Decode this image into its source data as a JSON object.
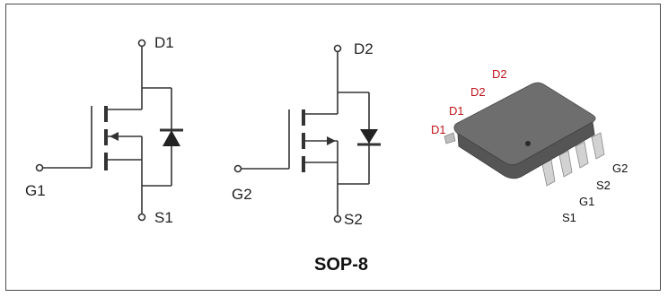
{
  "mosfet1": {
    "drain": "D1",
    "gate": "G1",
    "source": "S1"
  },
  "mosfet2": {
    "drain": "D2",
    "gate": "G2",
    "source": "S2"
  },
  "package": {
    "caption": "SOP-8",
    "pins_left": [
      "D1",
      "D1",
      "D2",
      "D2"
    ],
    "pins_right": [
      "G2",
      "S2",
      "G1",
      "S1"
    ]
  },
  "colors": {
    "pin_left_label": "#c0141b",
    "body": "#6e6e6e",
    "line": "#333333"
  }
}
